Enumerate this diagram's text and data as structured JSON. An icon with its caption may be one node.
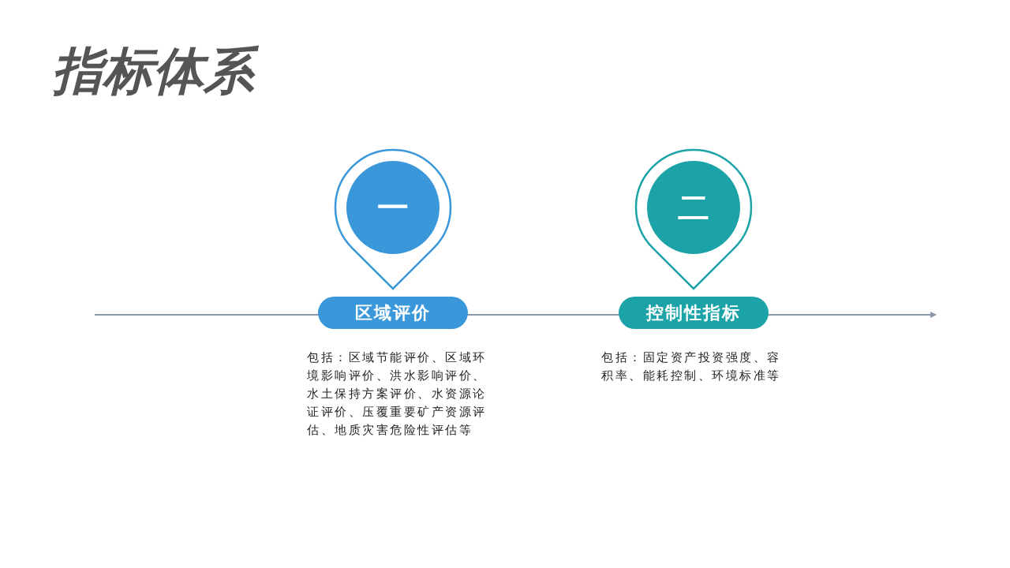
{
  "diagram": {
    "title": "指标体系",
    "nodes": [
      {
        "text": [
          "一"
        ]
      },
      {
        "text": [
          "区域评价"
        ],
        "beside": [
          "包括：区域节能评价、区域环境影响评价、洪水影响评价、水土保持方案评价、水资源论证评价、压覆重要矿产资源评估、地质灾害危险性评估等"
        ]
      },
      {
        "text": [
          "二"
        ]
      },
      {
        "text": [
          "控制性指标"
        ],
        "beside": [
          "包括：固定资产投资强度、容积率、能耗控制、环境标准等"
        ]
      }
    ]
  }
}
